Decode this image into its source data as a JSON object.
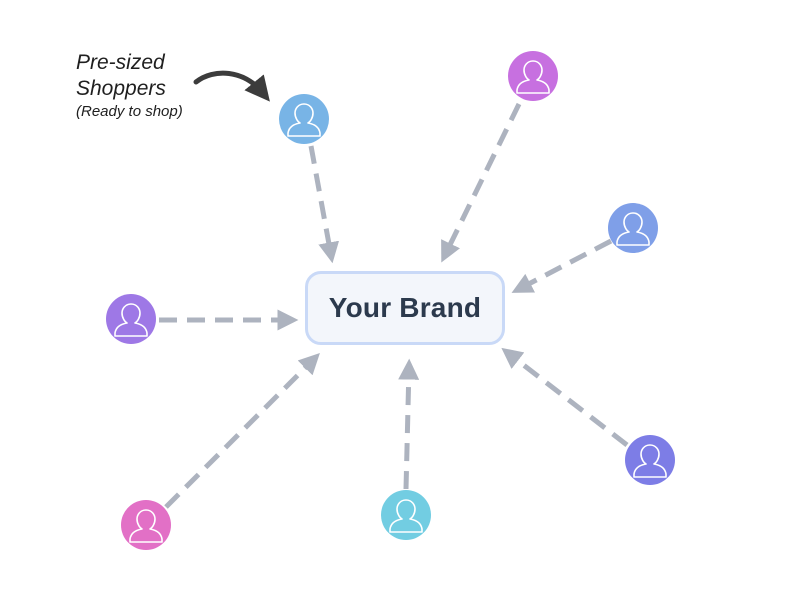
{
  "brand": {
    "label": "Your Brand"
  },
  "annotation": {
    "title_line1": "Pre-sized",
    "title_line2": "Shoppers",
    "subtitle": "(Ready to shop)"
  },
  "colors": {
    "arrow": "#adb3bf",
    "brand_border": "#c9d9f7",
    "brand_fill": "#f3f6fb",
    "brand_text": "#2c3a4d",
    "annotation_arrow": "#3c3c3c"
  },
  "shoppers": [
    {
      "id": "blue",
      "color": "#78b4e6",
      "icon": "user-icon"
    },
    {
      "id": "magenta-top",
      "color": "#c770e0",
      "icon": "user-icon"
    },
    {
      "id": "cornflower",
      "color": "#7f9fe8",
      "icon": "user-icon"
    },
    {
      "id": "purple",
      "color": "#9e78e6",
      "icon": "user-icon"
    },
    {
      "id": "pink",
      "color": "#e270c6",
      "icon": "user-icon"
    },
    {
      "id": "cyan",
      "color": "#72cde2",
      "icon": "user-icon"
    },
    {
      "id": "indigo",
      "color": "#7d7de6",
      "icon": "user-icon"
    }
  ]
}
